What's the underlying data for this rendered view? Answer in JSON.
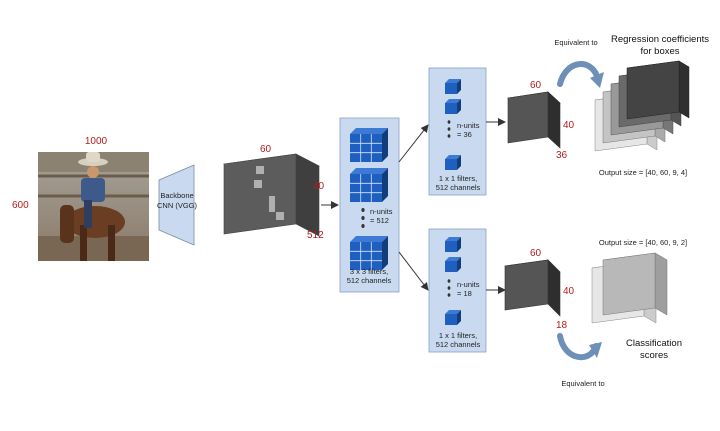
{
  "input": {
    "width_label": "1000",
    "height_label": "600"
  },
  "backbone": {
    "line1": "Backbone",
    "line2": "CNN (VGG)"
  },
  "feature_map": {
    "w": "60",
    "h": "40",
    "d": "512"
  },
  "conv3": {
    "nunits_1": "n-units",
    "nunits_2": "= 512",
    "desc_1": "3 x 3 filters,",
    "desc_2": "512 channels"
  },
  "reg_conv": {
    "nunits_1": "n-units",
    "nunits_2": "= 36",
    "desc_1": "1 x 1 filters,",
    "desc_2": "512 channels"
  },
  "cls_conv": {
    "nunits_1": "n-units",
    "nunits_2": "= 18",
    "desc_1": "1 x 1 filters,",
    "desc_2": "512 channels"
  },
  "reg_out": {
    "w": "60",
    "h": "40",
    "d": "36"
  },
  "cls_out": {
    "w": "60",
    "h": "40",
    "d": "18"
  },
  "reg_title": {
    "line1": "Regression coefficients",
    "line2": "for boxes"
  },
  "reg_size": "Output size = [40, 60, 9, 4]",
  "cls_size": "Output size = [40, 60, 9, 2]",
  "cls_title": {
    "line1": "Classification",
    "line2": "scores"
  },
  "equiv_top": "Equivalent to",
  "equiv_bottom": "Equivalent to",
  "colors": {
    "dimension_text": "#b71c1c",
    "conv_panel": "#c9daf0",
    "filter_blue": "#1f5fbf"
  }
}
